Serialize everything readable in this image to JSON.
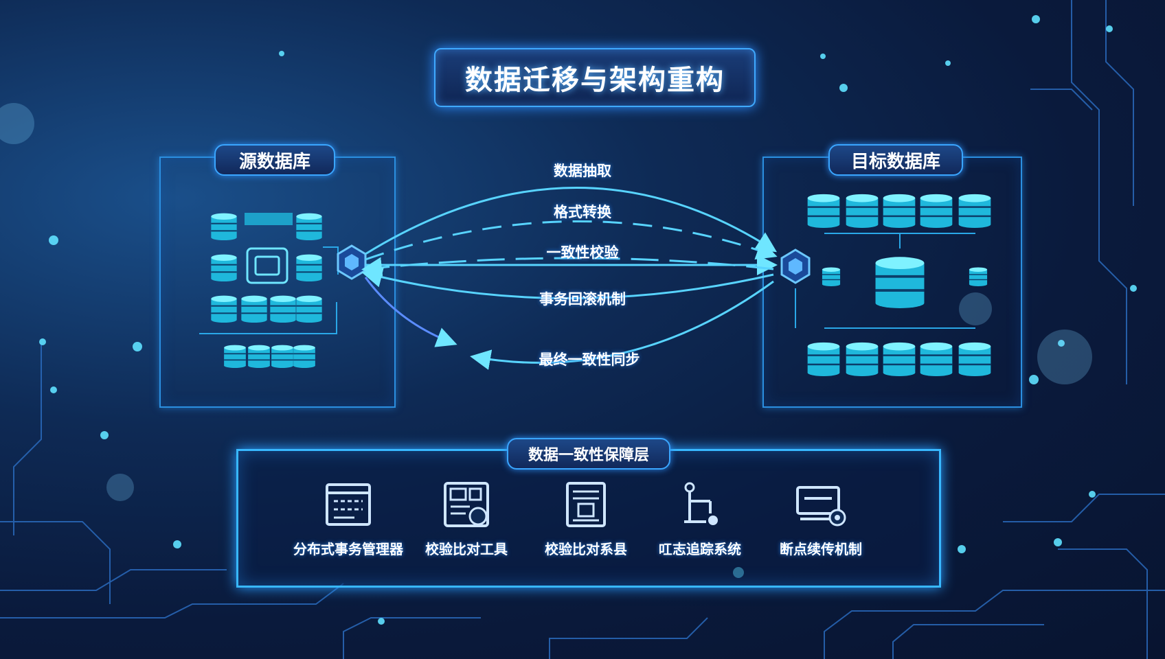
{
  "title": "数据迁移与架构重构",
  "source_db": {
    "label": "源数据库"
  },
  "target_db": {
    "label": "目标数据库"
  },
  "flows": [
    {
      "label": "数据抽取",
      "direction": "source-to-target"
    },
    {
      "label": "格式转换",
      "direction": "source-to-target"
    },
    {
      "label": "一致性校验",
      "direction": "bidirectional"
    },
    {
      "label": "事务回滚机制",
      "direction": "target-to-source"
    },
    {
      "label": "最终一致性同步",
      "direction": "target-to-source"
    }
  ],
  "consistency_layer": {
    "label": "数据一致性保障层",
    "tools": [
      {
        "label": "分布式事务管理器",
        "icon": "transaction-manager-icon"
      },
      {
        "label": "校验比对工具",
        "icon": "compare-tool-icon"
      },
      {
        "label": "校验比对系县",
        "icon": "compare-system-icon"
      },
      {
        "label": "叿志追踪系统",
        "icon": "log-tracking-icon"
      },
      {
        "label": "断点续传机制",
        "icon": "resume-transfer-icon"
      }
    ]
  },
  "colors": {
    "accent": "#3aa6ff",
    "cylinder": "#4fe3ff",
    "background": "#0a1a3c"
  }
}
